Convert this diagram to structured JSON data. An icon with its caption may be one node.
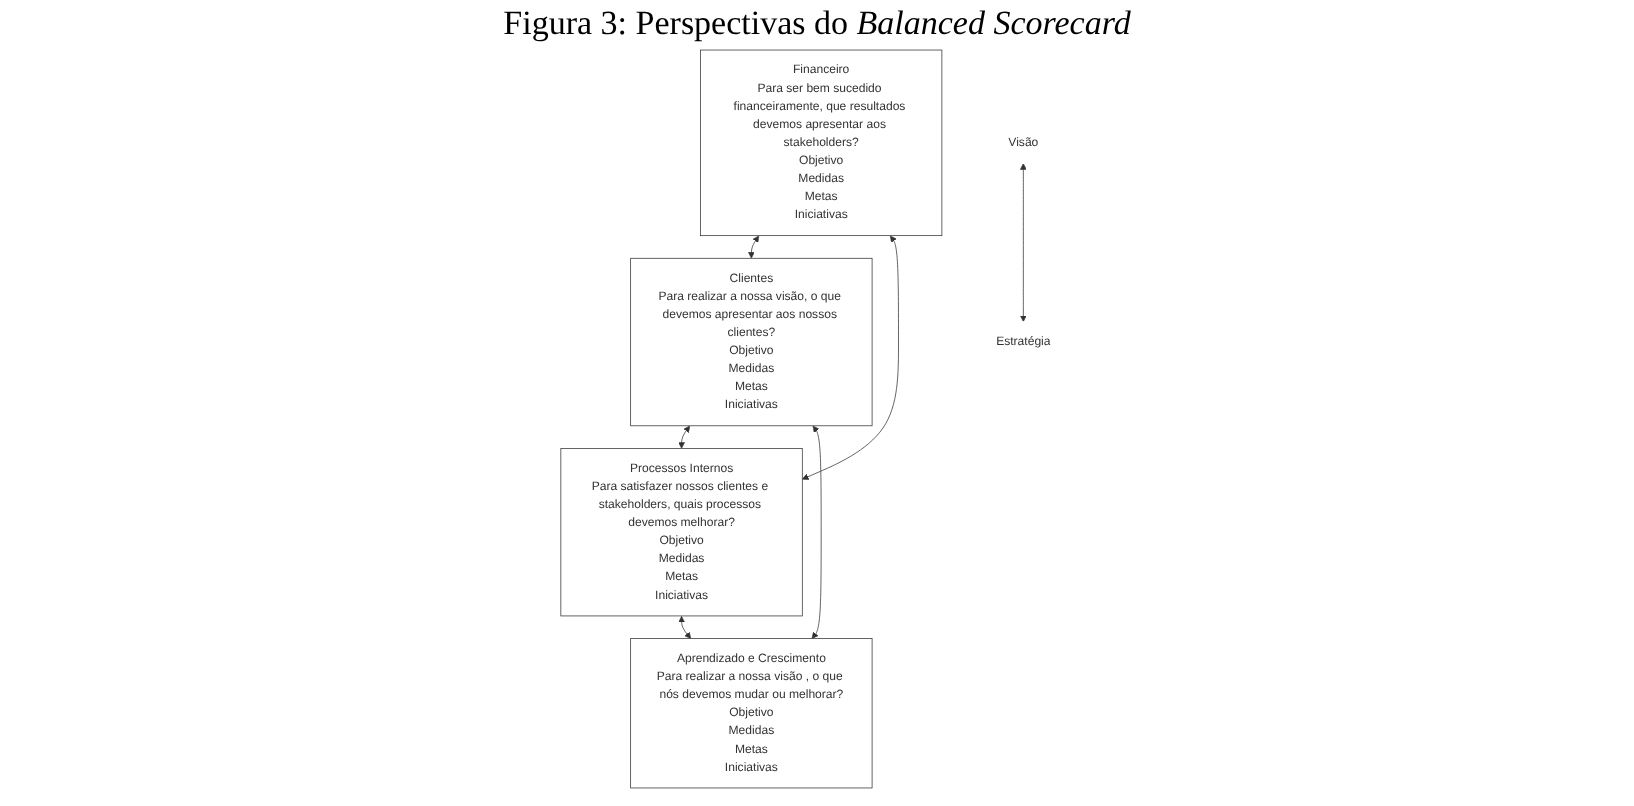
{
  "diagram": {
    "title": "Figura 3: Perspectivas do *Balanced Scorecard*",
    "nodes": [
      {
        "text": [
          "Financeiro",
          "Para ser bem sucedido financeiramente, que resultados devemos apresentar aos stakeholders?",
          "Objetivo",
          "Medidas",
          "Metas",
          "Iniciativas"
        ]
      },
      {
        "text": [
          "Visão"
        ]
      },
      {
        "text": [
          "Clientes",
          "Para realizar a nossa visão, o que devemos apresentar aos nossos clientes?",
          "Objetivo",
          "Medidas",
          "Metas",
          "Iniciativas"
        ]
      },
      {
        "text": [
          "Processos Internos",
          "Para satisfazer nossos clientes e *stakeholders*, quais processos devemos melhorar?",
          "Objetivo",
          "Medidas",
          "Metas",
          "Iniciativas"
        ]
      },
      {
        "text": [
          "Estratégia"
        ]
      },
      {
        "text": [
          "Aprendizado e Crescimento",
          "Para realizar a nossa visão , o que nós devemos mudar ou melhorar?",
          "Objetivo",
          "Medidas",
          "Metas",
          "Iniciativas"
        ]
      }
    ],
    "edges": [
      {
        "from": 0,
        "to": 2,
        "arrow": "both"
      },
      {
        "from": 0,
        "to": 3,
        "arrow": "both"
      },
      {
        "from": 1,
        "to": 4,
        "arrow": "both"
      },
      {
        "from": 2,
        "to": 3,
        "arrow": "both"
      },
      {
        "from": 2,
        "to": 5,
        "arrow": "both"
      },
      {
        "from": 3,
        "to": 5,
        "arrow": "both"
      }
    ]
  }
}
